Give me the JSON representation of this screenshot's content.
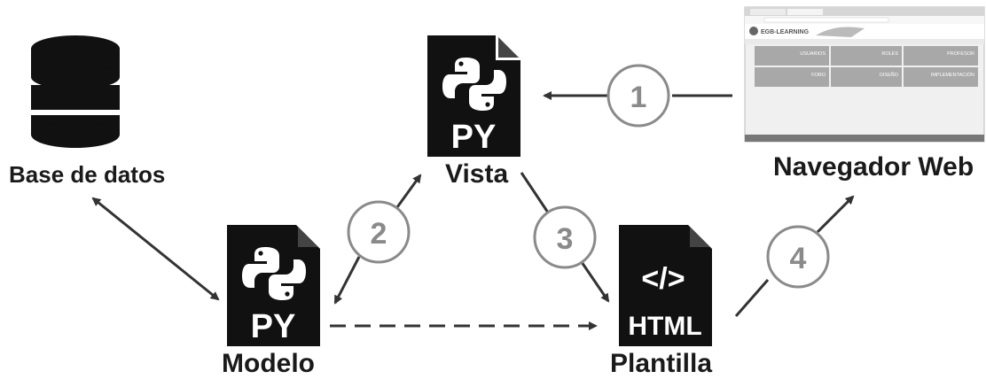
{
  "nodes": {
    "database": {
      "label": "Base de datos",
      "icon": "database-icon"
    },
    "view": {
      "label": "Vista",
      "icon": "python-file-icon",
      "file_tag": "PY"
    },
    "model": {
      "label": "Modelo",
      "icon": "python-file-icon",
      "file_tag": "PY"
    },
    "template": {
      "label": "Plantilla",
      "icon": "html-file-icon",
      "file_tag": "HTML",
      "code_glyph": "</>"
    },
    "browser": {
      "label": "Navegador Web",
      "logo_text": "EGB-LEARNING",
      "tiles": [
        "USUARIOS",
        "ROLES",
        "PROFESOR",
        "FORO",
        "DISEÑO",
        "IMPLEMENTACIÓN"
      ]
    }
  },
  "steps": [
    "1",
    "2",
    "3",
    "4"
  ],
  "colors": {
    "icon": "#111111",
    "arrow": "#333333",
    "step_circle": "#8a8a8a",
    "step_text": "#8a8a8a"
  }
}
